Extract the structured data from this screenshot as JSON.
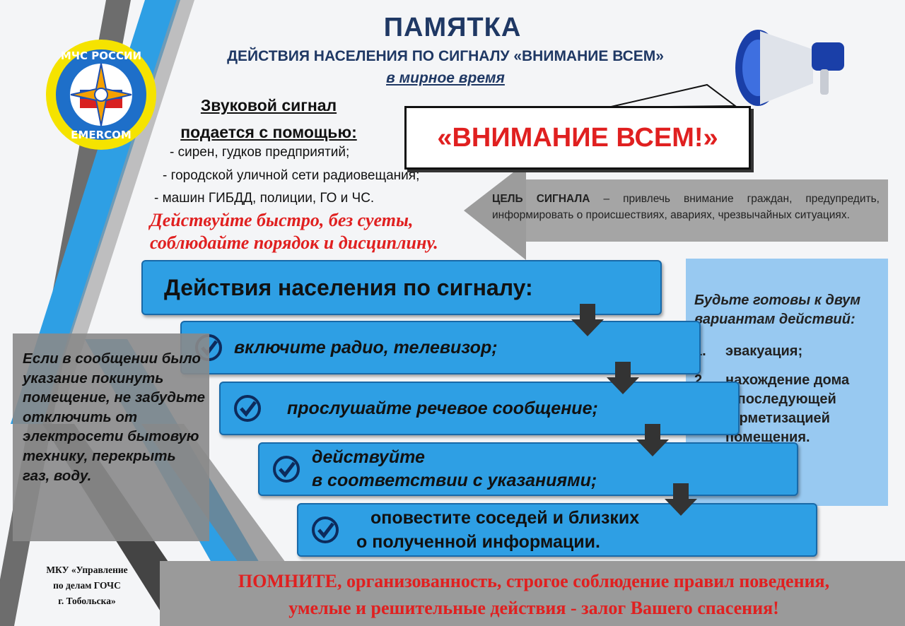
{
  "header": {
    "title": "ПАМЯТКА",
    "subtitle": "ДЕЙСТВИЯ НАСЕЛЕНИЯ ПО СИГНАЛУ «ВНИМАНИЕ ВСЕМ»",
    "subtitle2": "в мирное время"
  },
  "logo": {
    "top_text": "МЧС РОССИИ",
    "bottom_text": "EMERCOM"
  },
  "sound": {
    "heading_line1": "Звуковой сигнал",
    "heading_line2": "подается с помощью:",
    "items": [
      "- сирен, гудков предприятий;",
      "- городской уличной сети радиовещания;",
      "- машин ГИБДД, полиции, ГО и ЧС."
    ]
  },
  "act_fast": {
    "line1": "Действуйте быстро, без суеты,",
    "line2": "соблюдайте порядок и дисциплину."
  },
  "alarm": {
    "label": "«ВНИМАНИЕ ВСЕМ!»"
  },
  "goal": {
    "label": "ЦЕЛЬ СИГНАЛА",
    "text": " – привлечь внимание граждан, предупредить, информировать о происшествиях, авариях, чрезвычайных ситуациях."
  },
  "actions": {
    "heading": "Действия населения по сигналу:",
    "steps": [
      {
        "line1": "включите радио, телевизор;",
        "line2": ""
      },
      {
        "line1": "прослушайте речевое сообщение;",
        "line2": ""
      },
      {
        "line1": "действуйте",
        "line2": "в соответствии с указаниями;"
      },
      {
        "line1": "оповестите соседей и близких",
        "line2": "о полученной информации."
      }
    ]
  },
  "ready": {
    "heading": "Будьте готовы к двум вариантам действий:",
    "items": [
      {
        "num": "1.",
        "text": "эвакуация;"
      },
      {
        "num": "2.",
        "text": "нахождение дома с последующей герметизацией помещения."
      }
    ]
  },
  "left_note": {
    "text": "Если в сообщении было указание покинуть помещение, не забудьте отключить от электросети бытовую технику, перекрыть газ, воду."
  },
  "footer": {
    "org_line1": "МКУ «Управление",
    "org_line2": "по делам ГОЧС",
    "org_line3": "г. Тобольска»",
    "remember_line1": "ПОМНИТЕ, организованность, строгое соблюдение правил поведения,",
    "remember_line2": "умелые и решительные действия - залог Вашего спасения!"
  },
  "colors": {
    "accent_blue": "#2e9fe4",
    "title_navy": "#1f3864",
    "alert_red": "#e02020",
    "stripe_gray": "#555555"
  }
}
